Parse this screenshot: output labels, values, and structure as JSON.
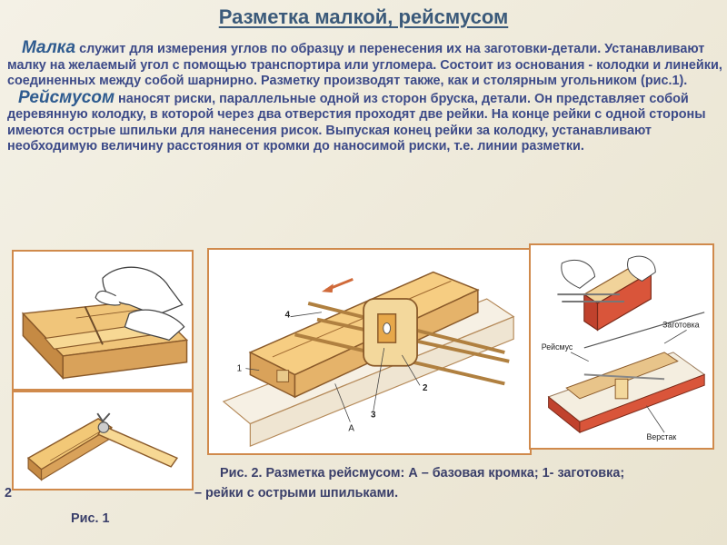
{
  "title": "Разметка малкой, рейсмусом",
  "paragraph1": {
    "term": "Малка",
    "text": " служит для измерения углов по образцу и перенесения их на заготовки-детали. Устанавливают малку на желаемый угол с помощью транспортира или угломера. Состоит из основания - колодки и линейки, соединенных между собой шарнирно. Разметку производят также, как и столярным угольником (рис.1)."
  },
  "paragraph2": {
    "term": "Рейсмусом",
    "text": " наносят риски, параллельные одной из сторон бруска, детали. Он представляет собой деревянную колодку, в которой через два отверстия проходят две рейки. На конце рейки с одной стороны имеются острые шпильки для нанесения рисок. Выпуская конец рейки за колодку, устанавливают необходимую величину расстояния от кромки до наносимой риски, т.е. линии разметки."
  },
  "figure2_labels": {
    "label_1": "1",
    "label_2": "2",
    "label_3": "3",
    "label_4": "4",
    "label_a": "А"
  },
  "figure3_labels": {
    "zagotovka": "Заготовка",
    "reismus": "Рейсмус",
    "verstak": "Верстак"
  },
  "caption_fig2_line1": "Рис. 2. Разметка рейсмусом: А – базовая кромка; 1- заготовка;",
  "caption_fig2_line2_start": "2",
  "caption_fig2_line2_end": "– рейки с острыми шпильками.",
  "caption_fig1": "Рис. 1"
}
